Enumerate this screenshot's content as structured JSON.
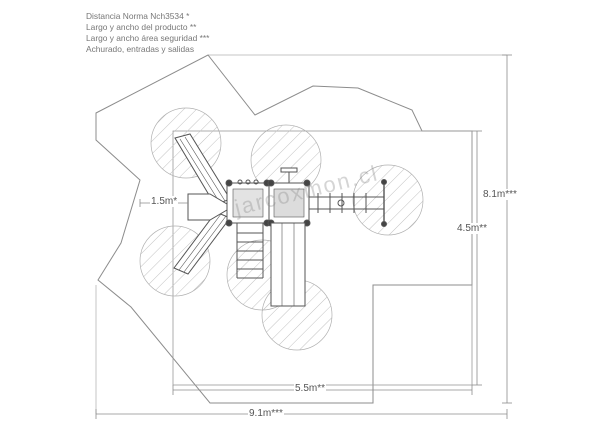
{
  "legend": {
    "line1": "Distancia Norma Nch3534 *",
    "line2": "Largo y ancho del producto **",
    "line3": "Largo y ancho área seguridad ***",
    "line4": "Achurado, entradas y salidas"
  },
  "dimensions": {
    "norm_distance": "1.5m*",
    "product_width": "5.5m**",
    "product_length": "4.5m**",
    "safety_width": "9.1m***",
    "safety_length": "8.1m***"
  },
  "watermark": "jarcoxmon.cl",
  "colors": {
    "line": "#8c8c8c",
    "hatch": "#bdbdbd",
    "equipment": "#555555",
    "text": "#666666"
  }
}
